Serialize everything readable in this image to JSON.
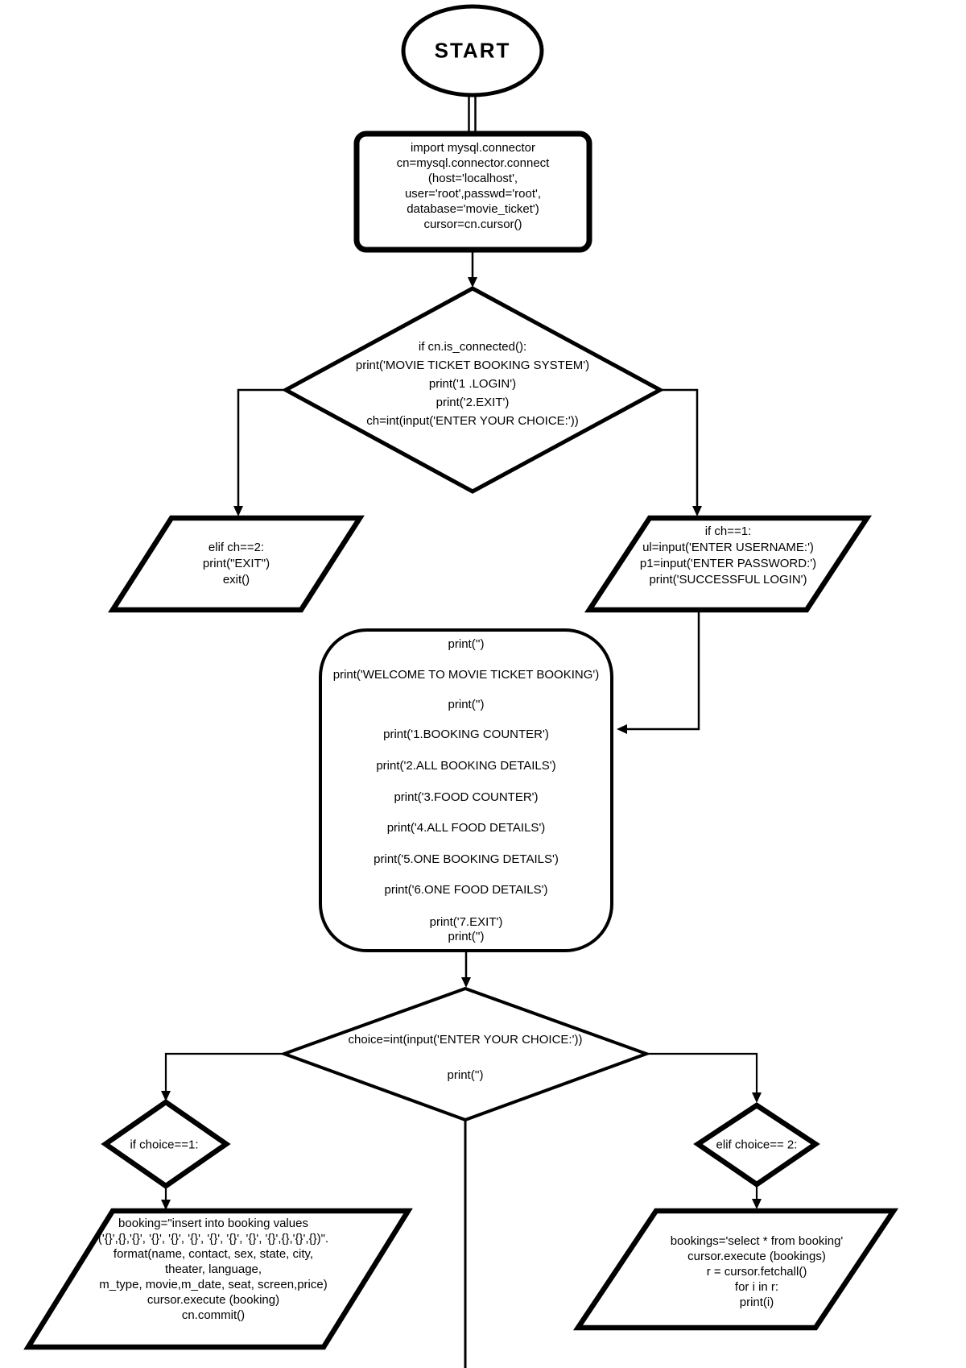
{
  "diagram_title": "MOVIE TICKET BOOKING SYSTEM flowchart",
  "nodes": {
    "start": {
      "label": "START"
    },
    "setup": {
      "lines": [
        "import mysql.connector",
        "cn=mysql.connector.connect",
        "(host='localhost',",
        "user='root',passwd='root',",
        "database='movie_ticket')",
        "cursor=cn.cursor()"
      ]
    },
    "decision_login": {
      "lines": [
        "if cn.is_connected():",
        "print('MOVIE TICKET BOOKING SYSTEM')",
        "print('1 .LOGIN')",
        "print('2.EXIT')",
        "ch=int(input('ENTER YOUR CHOICE:'))"
      ]
    },
    "exit_branch": {
      "lines": [
        "elif ch==2:",
        "print(\"EXIT\")",
        "exit()"
      ]
    },
    "login_branch": {
      "lines": [
        "if ch==1:",
        "ul=input('ENTER USERNAME:')",
        "p1=input('ENTER PASSWORD:')",
        "print('SUCCESSFUL LOGIN')"
      ]
    },
    "menu": {
      "lines": [
        "print('')",
        "print('WELCOME TO MOVIE TICKET BOOKING')",
        "print('')",
        "print('1.BOOKING COUNTER')",
        "print('2.ALL BOOKING DETAILS')",
        "print('3.FOOD COUNTER')",
        "print('4.ALL FOOD DETAILS')",
        "print('5.ONE BOOKING DETAILS')",
        "print('6.ONE FOOD DETAILS')",
        "print('7.EXIT')",
        "print('')"
      ]
    },
    "decision_choice": {
      "lines": [
        "choice=int(input('ENTER YOUR CHOICE:'))",
        "print('')"
      ]
    },
    "choice1": {
      "label": "if choice==1:"
    },
    "choice2": {
      "label": "elif choice== 2:"
    },
    "insert_booking": {
      "lines": [
        "booking=\"insert into booking values",
        "('{}',{},'{}', '{}', '{}', '{}', '{}', '{}', '{}', '{}',{},'{}',{})\".",
        "format(name, contact, sex, state, city,",
        "theater, language,",
        "m_type, movie,m_date, seat, screen,price)",
        "cursor.execute (booking)",
        "cn.commit()"
      ]
    },
    "select_booking": {
      "lines": [
        "bookings='select * from booking'",
        "cursor.execute (bookings)",
        "r = cursor.fetchall()",
        "for i in r:",
        "print(i)"
      ]
    }
  },
  "colors": {
    "stroke": "#000000",
    "background": "#ffffff"
  }
}
